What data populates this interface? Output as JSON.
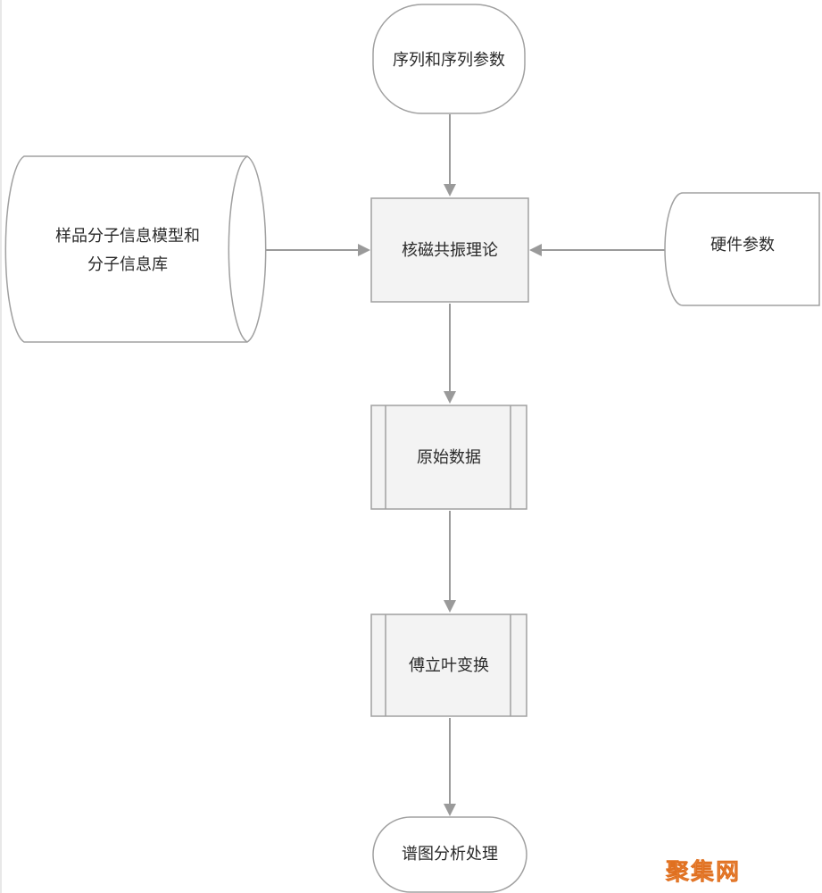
{
  "nodes": {
    "sequence_params": "序列和序列参数",
    "sample_info_line1": "样品分子信息模型和",
    "sample_info_line2": "分子信息库",
    "nmr_theory": "核磁共振理论",
    "hardware_params": "硬件参数",
    "raw_data": "原始数据",
    "fourier_transform": "傅立叶变换",
    "spectrum_analysis": "谱图分析处理"
  },
  "watermark": "聚集网",
  "colors": {
    "stroke": "#a0a0a0",
    "process_fill": "#f3f3f3",
    "arrow": "#9a9a9a",
    "text": "#2a2a2a"
  }
}
